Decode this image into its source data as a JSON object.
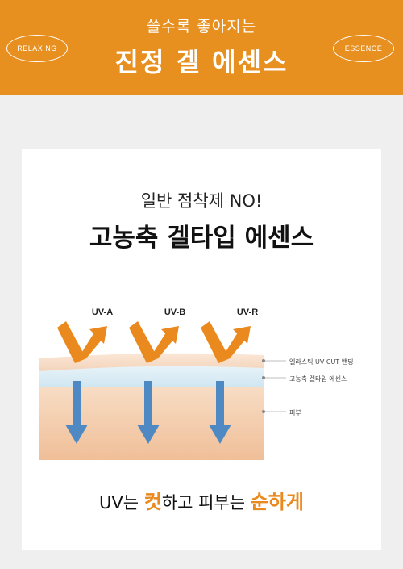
{
  "banner": {
    "subtitle": "쓸수록 좋아지는",
    "title": "진정 겔 에센스",
    "left_pill": "RELAXING",
    "right_pill": "ESSENCE"
  },
  "card": {
    "headline_small": "일반 점착제 NO!",
    "headline_large": "고농축 겔타입 에센스",
    "rays": [
      "UV-A",
      "UV-B",
      "UV-R"
    ],
    "layer_labels": {
      "band": "엘라스틱 UV CUT 밴딩",
      "essence": "고농축 겔타입 에센스",
      "skin": "피부"
    },
    "tagline": {
      "part1": "UV는 ",
      "highlight1": "컷",
      "part2": "하고 피부는 ",
      "highlight2": "순하게"
    }
  },
  "colors": {
    "banner": "#e7901f",
    "arrow_orange": "#ea8a1e",
    "arrow_blue": "#4f89c4",
    "skin": "#f3c9a4"
  }
}
